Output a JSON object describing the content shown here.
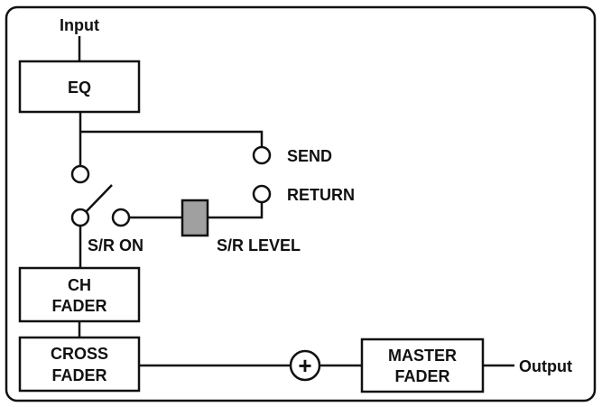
{
  "labels": {
    "input": "Input",
    "output": "Output",
    "eq": "EQ",
    "send": "SEND",
    "return": "RETURN",
    "sr_on": "S/R ON",
    "sr_level": "S/R LEVEL",
    "ch_fader_line1": "CH",
    "ch_fader_line2": "FADER",
    "cross_fader_line1": "CROSS",
    "cross_fader_line2": "FADER",
    "master_fader_line1": "MASTER",
    "master_fader_line2": "FADER",
    "sum_symbol": "+"
  },
  "colors": {
    "stroke": "#111111",
    "level_block": "#a0a0a0",
    "background": "#ffffff"
  }
}
